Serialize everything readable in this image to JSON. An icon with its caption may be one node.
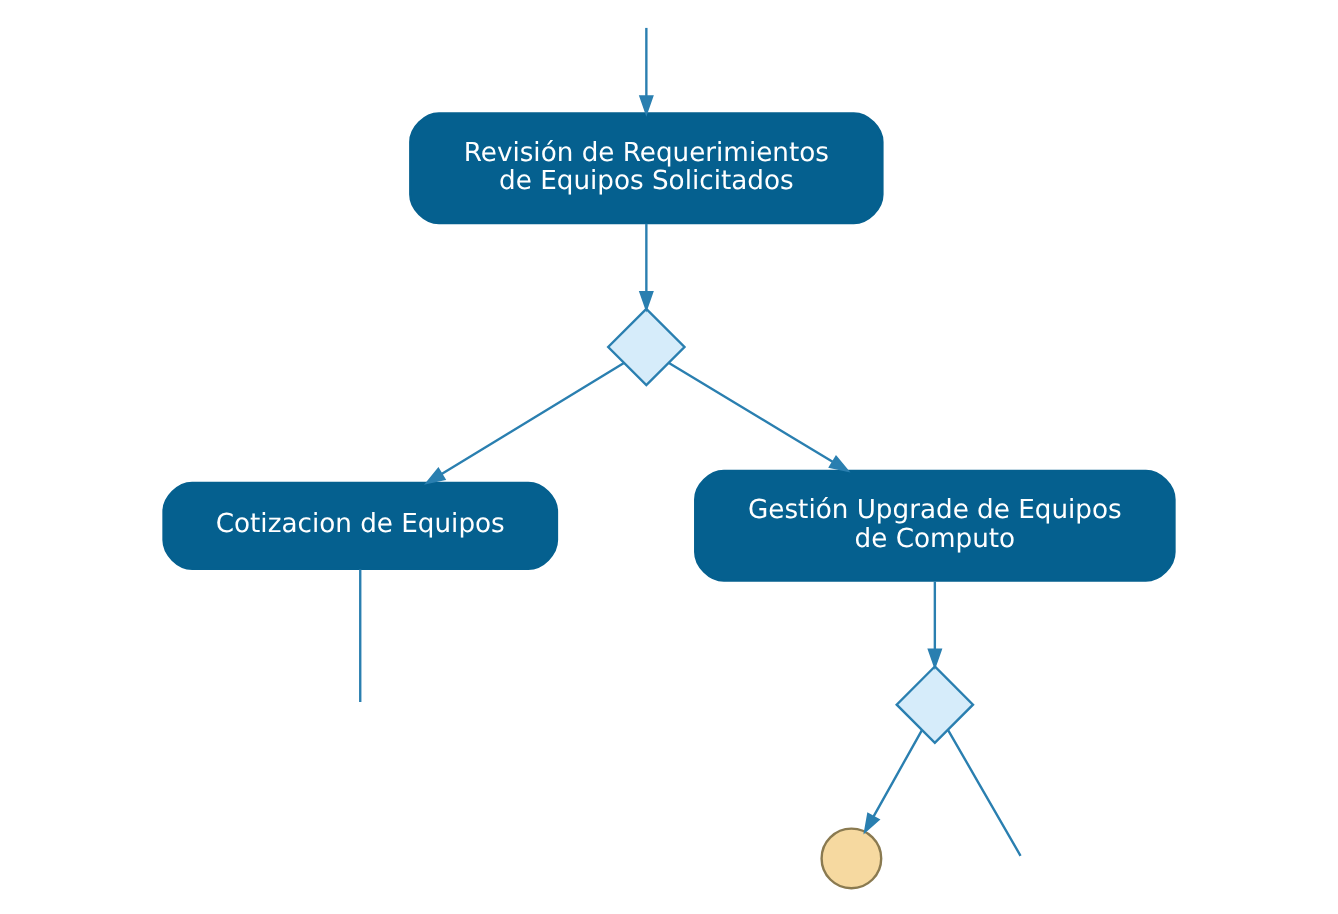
{
  "diagram": {
    "nodes": [
      {
        "text": [
          "Revisión de Requerimientos de Equipos Solicitados"
        ]
      },
      {
        "text": [],
        "shape": "diamond"
      },
      {
        "text": [
          "Cotizacion de Equipos"
        ]
      },
      {
        "text": [
          "Gestión Upgrade de Equipos de Computo"
        ]
      },
      {
        "text": [],
        "shape": "diamond"
      },
      {
        "text": [],
        "shape": "circle"
      }
    ],
    "edges": [
      {
        "from": null,
        "to": 0,
        "arrow": "to"
      },
      {
        "from": 0,
        "to": 1,
        "arrow": "to"
      },
      {
        "from": 1,
        "to": 2,
        "arrow": "to"
      },
      {
        "from": 1,
        "to": 3,
        "arrow": "to"
      },
      {
        "from": 3,
        "to": 4,
        "arrow": "to"
      },
      {
        "from": 4,
        "to": 5,
        "arrow": "to"
      },
      {
        "from": 4,
        "to": null,
        "arrow": "none"
      },
      {
        "from": 2,
        "to": null,
        "arrow": "none"
      }
    ]
  }
}
